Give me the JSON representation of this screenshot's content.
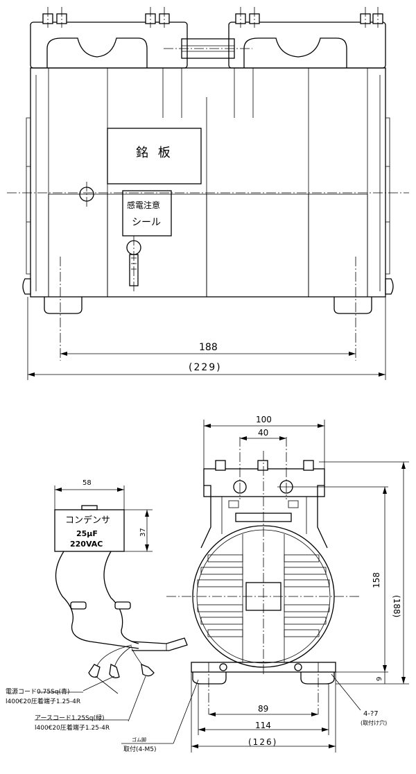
{
  "top_view": {
    "nameplate": "銘 板",
    "caution_line1": "感電注意",
    "caution_line2": "シール",
    "dim_inner": "188",
    "dim_outer": "(229)"
  },
  "bottom_view": {
    "dim_width": "100",
    "dim_port_pitch": "40",
    "dim_height": "158",
    "dim_height_total": "(188)",
    "dim_foot_h": "9",
    "dim_mount_pitch": "89",
    "dim_base_width": "114",
    "dim_total_width": "(126)",
    "hole_note_line1": "4-?7",
    "hole_note_line2": "(取付け穴)"
  },
  "capacitor": {
    "dim_width": "58",
    "dim_height": "37",
    "name": "コンデンサ",
    "capacity": "25μF",
    "voltage": "220VAC"
  },
  "notes": {
    "power_cord_line1": "電源コード0.75Sq(青)",
    "power_cord_line2": "l400€20圧着端子1.25-4R",
    "earth_cord_line1": "アースコード1.25Sq(緑)",
    "earth_cord_line2": "l400€20圧着端子1.25-4R",
    "rubber_foot_line1": "ゴム脚",
    "rubber_foot_line2": "取付(4-M5)"
  }
}
